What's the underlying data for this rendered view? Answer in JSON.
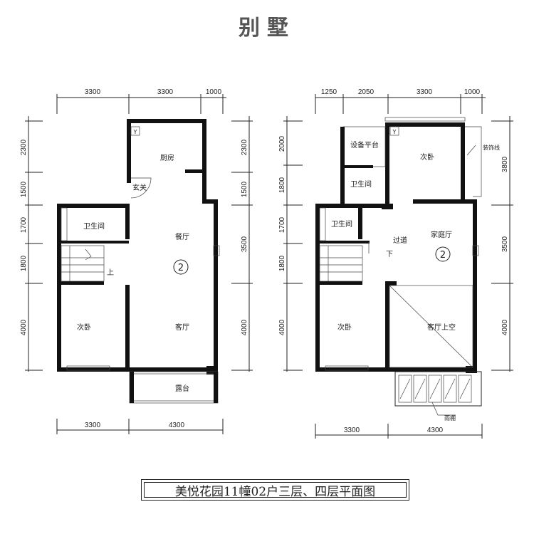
{
  "title": "别墅",
  "caption": "美悦花园11幢02户三层、四层平面图",
  "left_plan": {
    "top_dims": [
      "3300",
      "3300",
      "1000"
    ],
    "bottom_dims": [
      "3300",
      "4300"
    ],
    "left_dims": [
      "2300",
      "1500",
      "1700",
      "1800",
      "4000"
    ],
    "right_dims": [
      "2300",
      "1500",
      "3500",
      "4000"
    ],
    "rooms": {
      "kitchen": "厨房",
      "entry": "玄关",
      "bath": "卫生间",
      "dining": "餐厅",
      "bedroom": "次卧",
      "living": "客厅",
      "terrace": "露台",
      "up": "上",
      "floor": "2",
      "y": "Y"
    }
  },
  "right_plan": {
    "top_dims": [
      "1250",
      "2050",
      "3300",
      "1000"
    ],
    "bottom_dims": [
      "3300",
      "4300"
    ],
    "left_dims": [
      "2000",
      "1800",
      "1700",
      "1800",
      "4000"
    ],
    "right_dims": [
      "3800",
      "3500",
      "4000"
    ],
    "rooms": {
      "equipment": "设备平台",
      "bath1": "卫生间",
      "bath2": "卫生间",
      "bedroom1": "次卧",
      "family": "家庭厅",
      "corridor": "过道",
      "bedroom2": "次卧",
      "void": "客厅上空",
      "decor": "装饰线",
      "canopy": "雨棚",
      "down": "下",
      "floor": "2",
      "y": "Y"
    }
  }
}
